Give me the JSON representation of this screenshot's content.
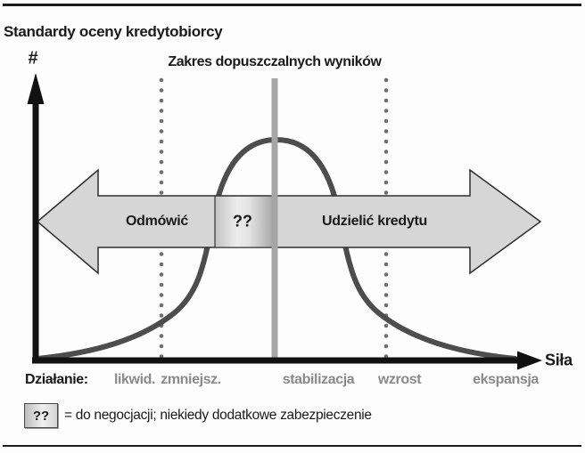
{
  "page": {
    "title": "Standardy oceny kredytobiorcy"
  },
  "chart": {
    "type": "diagram-distribution-curve",
    "y_axis_label": "#",
    "x_axis_label": "Siła",
    "range_label": "Zakres dopuszczalnych wyników",
    "decision_arrow": {
      "left_label": "Odmówić",
      "middle_label": "??",
      "right_label": "Udzielić kredytu"
    },
    "action_row": {
      "label": "Działanie:",
      "items": [
        "likwid.",
        "zmniejsz.",
        "stabilizacja",
        "wzrost",
        "ekspansja"
      ]
    }
  },
  "legend": {
    "symbol": "??",
    "text": "= do negocjacji; niekiedy dodatkowe zabezpieczenie"
  },
  "colors": {
    "curve": "#4d4d4d",
    "arrow_fill": "#d6d6d6",
    "arrow_border": "#2e2e2e",
    "center_bar": "#a6a6a6",
    "dotted_line": "#6f6f6f",
    "gray_text": "#8a8a8a",
    "black": "#1a1a1a"
  }
}
